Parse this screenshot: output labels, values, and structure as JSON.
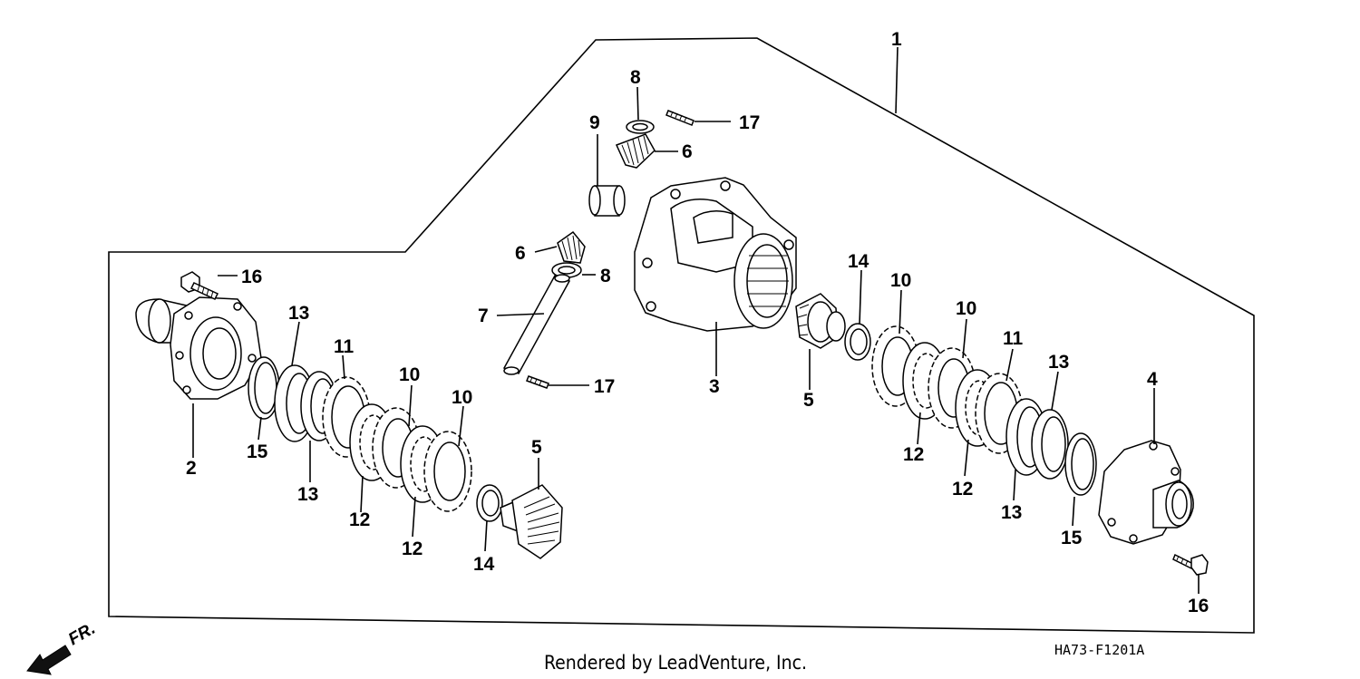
{
  "callouts": [
    {
      "id": "c1",
      "text": "1"
    },
    {
      "id": "c2",
      "text": "2"
    },
    {
      "id": "c3",
      "text": "3"
    },
    {
      "id": "c4",
      "text": "4"
    },
    {
      "id": "c5a",
      "text": "5"
    },
    {
      "id": "c5b",
      "text": "5"
    },
    {
      "id": "c6a",
      "text": "6"
    },
    {
      "id": "c6b",
      "text": "6"
    },
    {
      "id": "c7",
      "text": "7"
    },
    {
      "id": "c8a",
      "text": "8"
    },
    {
      "id": "c8b",
      "text": "8"
    },
    {
      "id": "c9",
      "text": "9"
    },
    {
      "id": "c10a",
      "text": "10"
    },
    {
      "id": "c10b",
      "text": "10"
    },
    {
      "id": "c10c",
      "text": "10"
    },
    {
      "id": "c10d",
      "text": "10"
    },
    {
      "id": "c11a",
      "text": "11"
    },
    {
      "id": "c11b",
      "text": "11"
    },
    {
      "id": "c12a",
      "text": "12"
    },
    {
      "id": "c12b",
      "text": "12"
    },
    {
      "id": "c12c",
      "text": "12"
    },
    {
      "id": "c12d",
      "text": "12"
    },
    {
      "id": "c13a",
      "text": "13"
    },
    {
      "id": "c13b",
      "text": "13"
    },
    {
      "id": "c13c",
      "text": "13"
    },
    {
      "id": "c13d",
      "text": "13"
    },
    {
      "id": "c14a",
      "text": "14"
    },
    {
      "id": "c14b",
      "text": "14"
    },
    {
      "id": "c15a",
      "text": "15"
    },
    {
      "id": "c15b",
      "text": "15"
    },
    {
      "id": "c16a",
      "text": "16"
    },
    {
      "id": "c16b",
      "text": "16"
    },
    {
      "id": "c17a",
      "text": "17"
    },
    {
      "id": "c17b",
      "text": "17"
    }
  ],
  "footer": {
    "rendered_by": "Rendered by LeadVenture, Inc.",
    "diagram_code": "HA73-F1201A"
  },
  "direction": {
    "label": "FR."
  }
}
